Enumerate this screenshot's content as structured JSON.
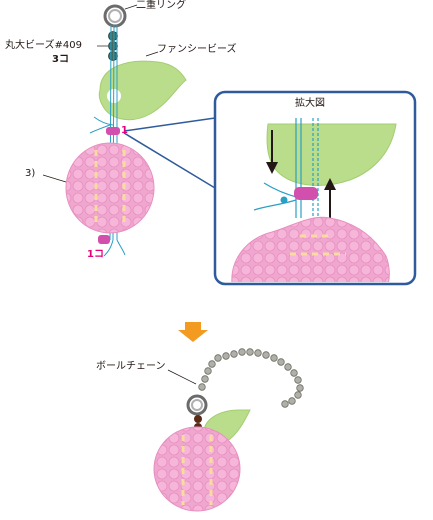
{
  "labels": {
    "double_ring": "二重リング",
    "round_beads": "丸大ビーズ#409",
    "round_beads_count": "3コ",
    "fancy_bead": "ファンシービーズ",
    "step_1": "1",
    "cotton_ball": "3)",
    "bottom_count": "1コ",
    "zoom_title": "拡大図",
    "ball_chain": "ボールチェーン"
  },
  "colors": {
    "leaf": "#b9dd8a",
    "pink_bead": "#f2a3cf",
    "ring": "#8c8c8c",
    "dark_bead": "#3e6b62",
    "wire": "#2a9fc4",
    "zoom_frame": "#2f5b9c",
    "arrow_orange": "#f39a21",
    "magenta_bead": "#d24fae",
    "brown_bead": "#5b2b18",
    "text": "#231815",
    "accent_pink_text": "#e4007f"
  }
}
